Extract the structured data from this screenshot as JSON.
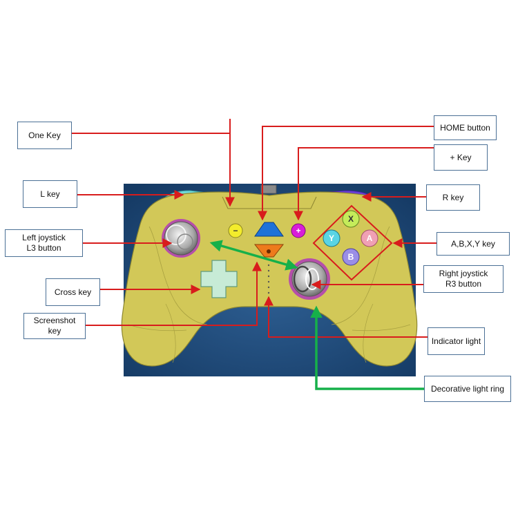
{
  "labels": {
    "one_key": "One Key",
    "home_button": "HOME button",
    "plus_key": "+ Key",
    "l_key": "L key",
    "r_key": "R key",
    "left_joystick_line1": "Left joystick",
    "left_joystick_line2": "L3 button",
    "abxy_key": "A,B,X,Y key",
    "right_joystick_line1": "Right joystick",
    "right_joystick_line2": "R3 button",
    "cross_key": "Cross key",
    "screenshot_key": "Screenshot key",
    "indicator_light": "Indicator light",
    "decorative_light_ring": "Decorative light ring"
  },
  "buttons": {
    "minus": "−",
    "plus": "+",
    "x": "X",
    "y": "Y",
    "a": "A",
    "b": "B"
  },
  "colors": {
    "background_panel": "#1f4a78",
    "controller_body": "#d2c858",
    "callout_red": "#d81c1c",
    "callout_green": "#16b04a",
    "label_border": "#4a6f95",
    "home_button": "#1e72d8",
    "screenshot_button": "#ee7a1c",
    "minus_button": "#f3ec2c",
    "plus_button": "#d91dd8",
    "x_button": "#c5ec5a",
    "y_button": "#5ad4e4",
    "a_button": "#f0a0b4",
    "b_button": "#9a8ee6",
    "l_bumper": "#6fd9d9",
    "r_bumper": "#6a3ed6",
    "cross_key": "#c7ebd6",
    "joystick_ring": "#b03ab8"
  }
}
